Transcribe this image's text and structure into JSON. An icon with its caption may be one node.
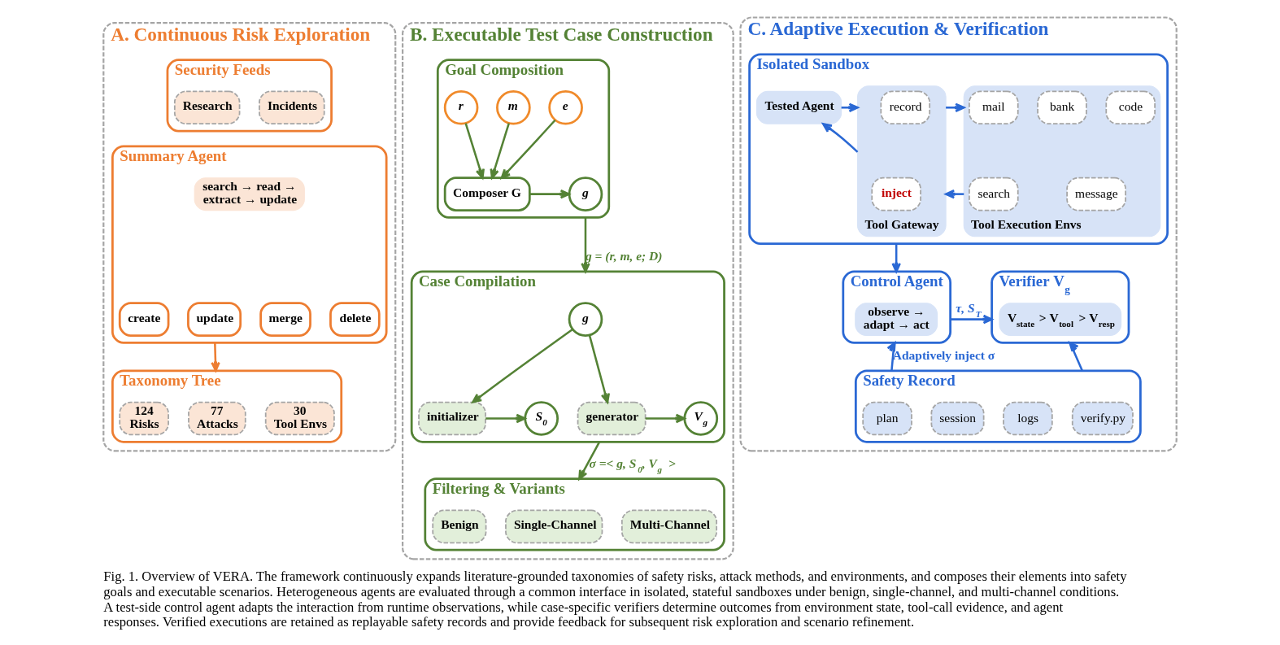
{
  "diagram": {
    "caption": "Fig. 1. Overview of VERA. The framework continuously expands literature-grounded taxonomies of safety risks, attack methods, and environments, and composes their elements into safety goals and executable scenarios. Heterogeneous agents are evaluated through a common interface in isolated, stateful sandboxes under benign, single-channel, and multi-channel conditions. A test-side control agent adapts the interaction from runtime observations, while case-specific verifiers determine outcomes from environment state, tool-call evidence, and agent responses. Verified executions are retained as replayable safety records and provide feedback for subsequent risk exploration and scenario refinement.",
    "nodes": [
      {
        "text": [
          "A. Continuous Risk Exploration"
        ]
      },
      {
        "text": [
          "Security Feeds"
        ],
        "in": 0
      },
      {
        "text": [
          "Research"
        ],
        "in": 1
      },
      {
        "text": [
          "Incidents"
        ],
        "in": 1
      },
      {
        "text": [
          "Summary Agent"
        ],
        "in": 0
      },
      {
        "text": [
          "search → read → extract → update"
        ],
        "in": 4
      },
      {
        "text": [
          "create"
        ],
        "in": 4
      },
      {
        "text": [
          "update"
        ],
        "in": 4
      },
      {
        "text": [
          "merge"
        ],
        "in": 4
      },
      {
        "text": [
          "delete"
        ],
        "in": 4
      },
      {
        "text": [
          "Taxonomy Tree"
        ],
        "in": 0
      },
      {
        "text": [
          "124",
          "Risks"
        ],
        "in": 10
      },
      {
        "text": [
          "77",
          "Attacks"
        ],
        "in": 10
      },
      {
        "text": [
          "30",
          "Tool Envs"
        ],
        "in": 10
      },
      {
        "text": [
          "B. Executable Test Case Construction"
        ]
      },
      {
        "text": [
          "Goal Composition"
        ],
        "in": 14
      },
      {
        "text": [
          "r"
        ],
        "in": 15
      },
      {
        "text": [
          "m"
        ],
        "in": 15
      },
      {
        "text": [
          "e"
        ],
        "in": 15
      },
      {
        "text": [
          "Composer G"
        ],
        "in": 15
      },
      {
        "text": [
          "g"
        ],
        "in": 15
      },
      {
        "text": [
          "Case Compilation"
        ],
        "in": 14
      },
      {
        "text": [
          "g"
        ],
        "in": 21
      },
      {
        "text": [
          "initializer"
        ],
        "in": 21
      },
      {
        "text": [
          "generator"
        ],
        "in": 21
      },
      {
        "text": [
          "S$_{0}$"
        ],
        "in": 21
      },
      {
        "text": [
          "V$_{g}$"
        ],
        "in": 21
      },
      {
        "text": [
          "Filtering & Variants"
        ],
        "in": 14
      },
      {
        "text": [
          "Benign"
        ],
        "in": 27
      },
      {
        "text": [
          "Single-Channel"
        ],
        "in": 27
      },
      {
        "text": [
          "Multi-Channel"
        ],
        "in": 27
      },
      {
        "text": [
          "C. Adaptive Execution & Verification"
        ]
      },
      {
        "text": [
          "Isolated Sandbox"
        ],
        "in": 31
      },
      {
        "text": [
          "Tested Agent"
        ],
        "in": 32
      },
      {
        "text": [
          "Tool Gateway"
        ],
        "in": 32
      },
      {
        "text": [
          "record"
        ],
        "in": 34
      },
      {
        "text": [
          "inject"
        ],
        "in": 34
      },
      {
        "text": [
          "Tool Execution Envs"
        ],
        "in": 32
      },
      {
        "text": [
          "mail"
        ],
        "in": 37
      },
      {
        "text": [
          "bank"
        ],
        "in": 37
      },
      {
        "text": [
          "code"
        ],
        "in": 37
      },
      {
        "text": [
          "search"
        ],
        "in": 37
      },
      {
        "text": [
          "message"
        ],
        "in": 37
      },
      {
        "text": [
          "Control Agent"
        ],
        "in": 31
      },
      {
        "text": [
          "observe → adapt → act"
        ],
        "in": 43
      },
      {
        "text": [
          "Verifier V$_{g}$"
        ],
        "in": 31
      },
      {
        "text": [
          "V$_{state}$ > V$_{tool}$ > V$_{resp}$"
        ],
        "in": 45
      },
      {
        "text": [
          "Safety Record"
        ],
        "in": 31
      },
      {
        "text": [
          "plan"
        ],
        "in": 47
      },
      {
        "text": [
          "session"
        ],
        "in": 47
      },
      {
        "text": [
          "logs"
        ],
        "in": 47
      },
      {
        "text": [
          "verify.py"
        ],
        "in": 47
      }
    ],
    "edges": [
      {
        "from": 4,
        "to": 10,
        "arrow": "to",
        "color": "#ed7d31"
      },
      {
        "from": 16,
        "to": 19,
        "arrow": "to"
      },
      {
        "from": 17,
        "to": 19,
        "arrow": "to"
      },
      {
        "from": 18,
        "to": 19,
        "arrow": "to"
      },
      {
        "from": 19,
        "to": 20,
        "arrow": "to"
      },
      {
        "from": 15,
        "to": 21,
        "arrow": "to",
        "label": "g = (r, m, e; D)"
      },
      {
        "from": 22,
        "to": 23,
        "arrow": "to"
      },
      {
        "from": 22,
        "to": 24,
        "arrow": "to"
      },
      {
        "from": 23,
        "to": 25,
        "arrow": "to"
      },
      {
        "from": 24,
        "to": 26,
        "arrow": "to"
      },
      {
        "from": 21,
        "to": 27,
        "arrow": "to",
        "label": "σ =< g, S$_{0}$, V$_{g}$ >"
      },
      {
        "from": 33,
        "to": 34,
        "arrow": "to",
        "color": "#2a68d4"
      },
      {
        "from": 34,
        "to": 33,
        "arrow": "to",
        "color": "#2a68d4"
      },
      {
        "from": 34,
        "to": 37,
        "arrow": "to",
        "color": "#2a68d4"
      },
      {
        "from": 37,
        "to": 34,
        "arrow": "to",
        "color": "#2a68d4"
      },
      {
        "from": 32,
        "to": 43,
        "arrow": "to",
        "color": "#2a68d4"
      },
      {
        "from": 43,
        "to": 45,
        "arrow": "to",
        "label": "τ, S$_{T}$",
        "color": "#2a68d4"
      },
      {
        "from": 47,
        "to": 43,
        "arrow": "to",
        "label": "Adaptively inject σ",
        "color": "#2a68d4"
      },
      {
        "from": 47,
        "to": 45,
        "arrow": "to",
        "color": "#2a68d4"
      }
    ]
  }
}
